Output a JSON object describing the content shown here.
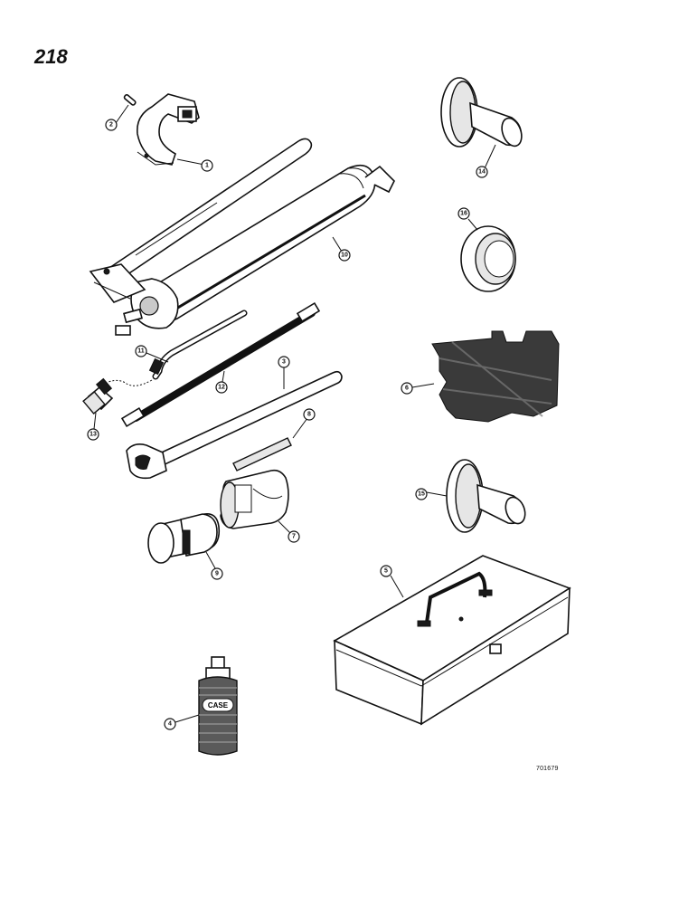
{
  "page": {
    "number": "218",
    "reference_code": "701679"
  },
  "callouts": [
    {
      "id": "c1",
      "label": "1"
    },
    {
      "id": "c2",
      "label": "2"
    },
    {
      "id": "c3",
      "label": "3"
    },
    {
      "id": "c4",
      "label": "4"
    },
    {
      "id": "c5",
      "label": "5"
    },
    {
      "id": "c6",
      "label": "6"
    },
    {
      "id": "c7",
      "label": "7"
    },
    {
      "id": "c8",
      "label": "8"
    },
    {
      "id": "c9",
      "label": "9"
    },
    {
      "id": "c10",
      "label": "10"
    },
    {
      "id": "c11",
      "label": "11"
    },
    {
      "id": "c12",
      "label": "12"
    },
    {
      "id": "c13",
      "label": "13"
    },
    {
      "id": "c14",
      "label": "14"
    },
    {
      "id": "c15",
      "label": "15"
    },
    {
      "id": "c16",
      "label": "16"
    }
  ],
  "can_label": "CASE"
}
